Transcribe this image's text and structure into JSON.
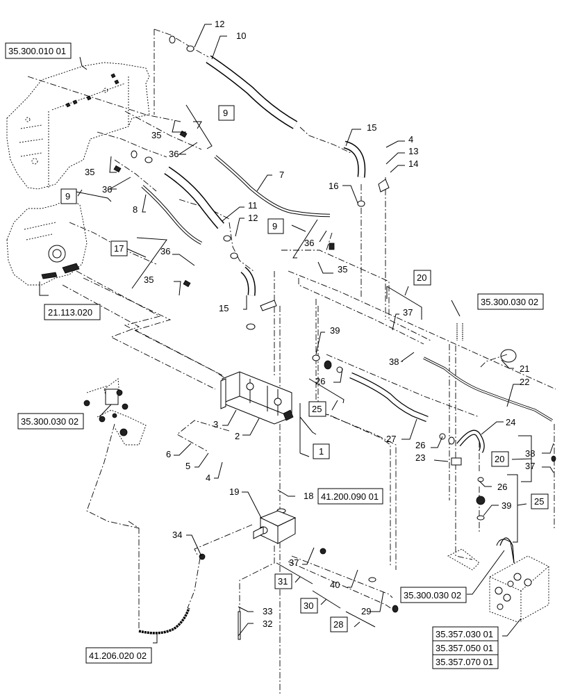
{
  "diagram": {
    "title": "Hydraulic pump and hose exploded parts view",
    "callouts": {
      "c12a": "12",
      "c10": "10",
      "c15a": "15",
      "c4a": "4",
      "c13": "13",
      "c14": "14",
      "c35a": "35",
      "c36a": "36",
      "c35b": "35",
      "c36b": "36",
      "c7": "7",
      "c16": "16",
      "c8": "8",
      "c11": "11",
      "c12b": "12",
      "c36c": "36",
      "c35c": "35",
      "c36d": "36",
      "c35d": "35",
      "c15b": "15",
      "c37a": "37",
      "c39a": "39",
      "c38a": "38",
      "c21": "21",
      "c22": "22",
      "c26a": "26",
      "c27": "27",
      "c26b": "26",
      "c24": "24",
      "c23": "23",
      "c38b": "38",
      "c37b": "37",
      "c26c": "26",
      "c39b": "39",
      "c3": "3",
      "c2": "2",
      "c6": "6",
      "c5": "5",
      "c4b": "4",
      "c18": "18",
      "c19": "19",
      "c34": "34",
      "c37c": "37",
      "c40": "40",
      "c29": "29",
      "c33": "33",
      "c32": "32"
    },
    "refs": {
      "r_35_300_010_01": "35.300.010 01",
      "r_9a": "9",
      "r_9b": "9",
      "r_9c": "9",
      "r_17": "17",
      "r_21_113_020": "21.113.020",
      "r_20a": "20",
      "r_35_300_030_02a": "35.300.030 02",
      "r_35_300_030_02b": "35.300.030 02",
      "r_25a": "25",
      "r_1": "1",
      "r_41_200_090_01": "41.200.090 01",
      "r_20b": "20",
      "r_25b": "25",
      "r_31": "31",
      "r_30": "30",
      "r_28": "28",
      "r_35_300_030_02c": "35.300.030 02",
      "r_41_206_020_02": "41.206.020 02",
      "r_35_357_030_01": "35.357.030 01",
      "r_35_357_050_01": "35.357.050 01",
      "r_35_357_070_01": "35.357.070 01"
    }
  }
}
